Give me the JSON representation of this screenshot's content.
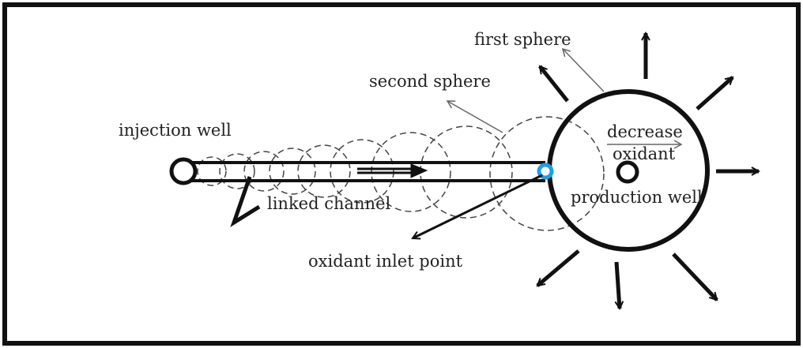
{
  "labels": {
    "first_sphere": "first sphere",
    "second_sphere": "second sphere",
    "injection_well": "injection well",
    "linked_channel": "linked channel",
    "oxidant_inlet_point": "oxidant inlet point",
    "decrease": "decrease",
    "oxidant": "oxidant",
    "production_well": "production well"
  },
  "colors": {
    "line": "#111111",
    "dashed": "#444444",
    "thin_arrow": "#666666",
    "inlet_point": "#1aa0e6",
    "background": "#ffffff"
  }
}
